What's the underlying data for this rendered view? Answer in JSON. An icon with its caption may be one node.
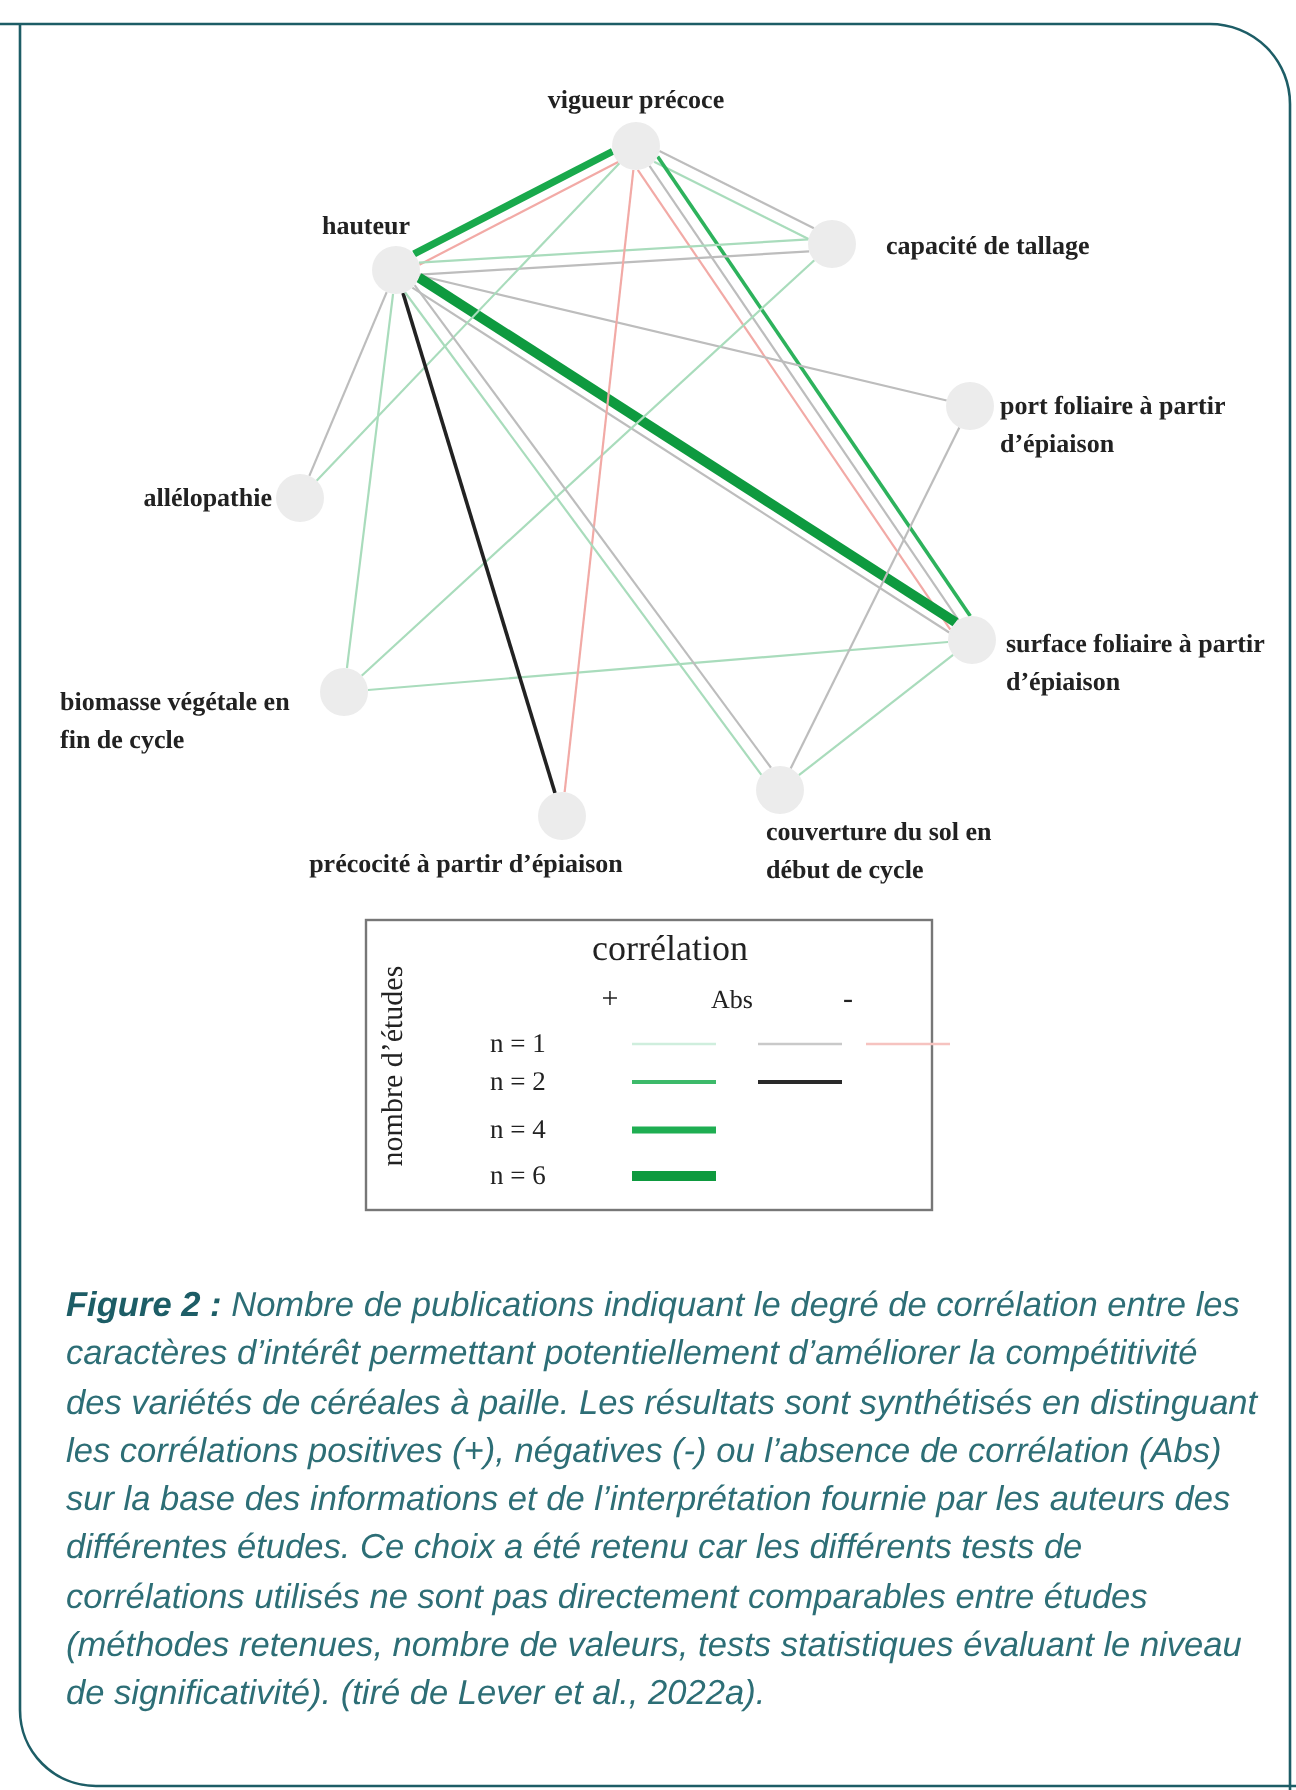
{
  "diagram": {
    "caption": "**Figure 2 :** Nombre de publications indiquant le degré de corrélation entre les caractères d’intérêt permettant potentiellement d’améliorer la compétitivité des variétés de céréales à paille. Les résultats sont synthétisés en distinguant les corrélations positives (+), négatives (-) ou l’absence de corrélation (Abs) sur la base des informations et de l’interprétation fournie par les auteurs des différentes études. Ce choix a été retenu car les différents tests de corrélations utilisés ne sont pas directement comparables entre études (méthodes retenues, nombre de valeurs, tests statistiques évaluant le niveau de significativité). (tiré de Lever et al., 2022a).",
    "nodes": [
      {
        "text": [
          "vigueur précoce"
        ]
      },
      {
        "text": [
          "hauteur"
        ]
      },
      {
        "text": [
          "capacité de tallage"
        ]
      },
      {
        "text": [
          "port foliaire à partir d’épiaison"
        ]
      },
      {
        "text": [
          "allélopathie"
        ]
      },
      {
        "text": [
          "surface foliaire à partir d’épiaison"
        ]
      },
      {
        "text": [
          "biomasse végétale en fin de cycle"
        ]
      },
      {
        "text": [
          "précocité à partir d’épiaison"
        ]
      },
      {
        "text": [
          "couverture du sol en début de cycle"
        ]
      }
    ],
    "edges": [
      {
        "from": 1,
        "to": 0,
        "arrow": "none",
        "color": "#f2aaa6"
      },
      {
        "from": 0,
        "to": 1,
        "arrow": "none",
        "style": "thick",
        "color": "#19a94c"
      },
      {
        "from": 0,
        "to": 2,
        "arrow": "none",
        "color": "#bdbdbd"
      },
      {
        "from": 0,
        "to": 2,
        "arrow": "none"
      },
      {
        "from": 0,
        "to": 5,
        "arrow": "none",
        "color": "#2db25c"
      },
      {
        "from": 0,
        "to": 5,
        "arrow": "none",
        "color": "#bdbdbd"
      },
      {
        "from": 0,
        "to": 5,
        "arrow": "none",
        "color": "#f2aaa6"
      },
      {
        "from": 1,
        "to": 2,
        "arrow": "none"
      },
      {
        "from": 1,
        "to": 2,
        "arrow": "none",
        "color": "#bdbdbd"
      },
      {
        "from": 1,
        "to": 3,
        "arrow": "none",
        "color": "#bdbdbd"
      },
      {
        "from": 1,
        "to": 5,
        "arrow": "none",
        "style": "thick",
        "color": "#0e9a3f"
      },
      {
        "from": 1,
        "to": 5,
        "arrow": "none",
        "color": "#bdbdbd"
      },
      {
        "from": 4,
        "to": 1,
        "arrow": "none",
        "color": "#bdbdbd"
      },
      {
        "from": 4,
        "to": 0,
        "arrow": "none"
      },
      {
        "from": 6,
        "to": 1,
        "arrow": "none"
      },
      {
        "from": 6,
        "to": 2,
        "arrow": "none"
      },
      {
        "from": 6,
        "to": 5,
        "arrow": "none"
      },
      {
        "from": 1,
        "to": 7,
        "arrow": "none",
        "color": "#222222"
      },
      {
        "from": 7,
        "to": 0,
        "arrow": "none",
        "color": "#f2aaa6"
      },
      {
        "from": 1,
        "to": 8,
        "arrow": "none",
        "color": "#bdbdbd"
      },
      {
        "from": 1,
        "to": 8,
        "arrow": "none"
      },
      {
        "from": 8,
        "to": 3,
        "arrow": "none",
        "color": "#bdbdbd"
      },
      {
        "from": 8,
        "to": 5,
        "arrow": "none"
      }
    ],
    "labels": [
      "corrélation",
      "+",
      "Abs",
      "-",
      "nombre d’études"
    ],
    "legend": [
      {
        "text": "n = 1"
      },
      {
        "text": "n = 2"
      },
      {
        "text": "n = 4"
      },
      {
        "text": "n = 6"
      }
    ]
  }
}
